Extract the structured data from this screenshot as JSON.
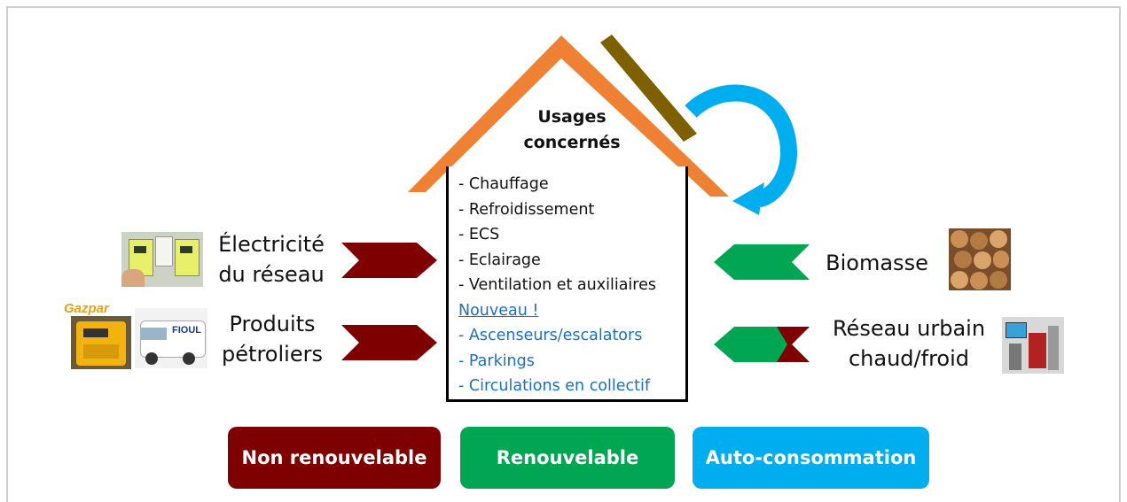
{
  "house": {
    "title_line1": "Usages",
    "title_line2": "concernés",
    "usages": [
      "- Chauffage",
      "- Refroidissement",
      "- ECS",
      "- Eclairage",
      "- Ventilation et auxiliaires"
    ],
    "nouveau_label": "Nouveau !",
    "new_usages": [
      "- Ascenseurs/escalators",
      "- Parkings",
      "- Circulations en collectif"
    ]
  },
  "sources": {
    "electricite_line1": "Électricité",
    "electricite_line2": "du réseau",
    "petrole_line1": "Produits",
    "petrole_line2": "pétroliers",
    "biomasse": "Biomasse",
    "reseau_line1": "Réseau urbain",
    "reseau_line2": "chaud/froid"
  },
  "image_text": {
    "gazpar": "Gazpar",
    "fioul": "FIOUL"
  },
  "legend": {
    "non_renouvelable": "Non renouvelable",
    "renouvelable": "Renouvelable",
    "auto_consommation": "Auto-consommation"
  },
  "colors": {
    "non_renouvelable": "#7f0000",
    "renouvelable": "#00a651",
    "auto_consommation": "#00aeef",
    "roof": "#ee8133",
    "solar_panel": "#7f6000",
    "new_usage_text": "#1a6fc0"
  }
}
